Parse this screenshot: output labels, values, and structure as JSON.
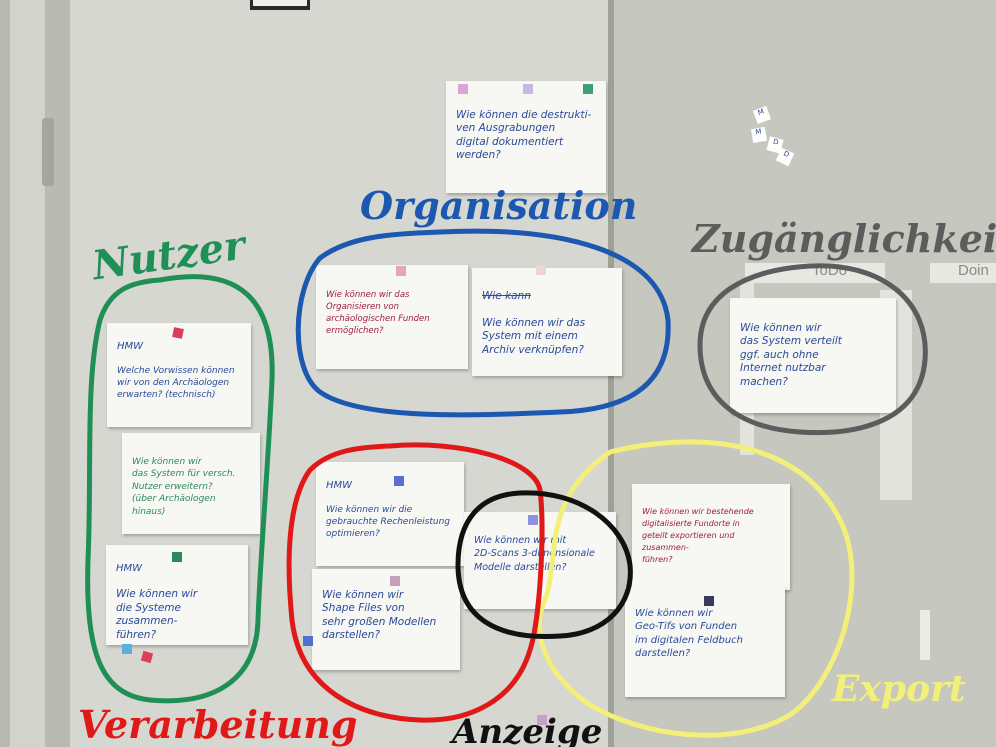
{
  "colors": {
    "green": "#1e8f55",
    "blue": "#1c57b0",
    "gray": "#5c5c5c",
    "red": "#e01818",
    "yellow": "#f3f07a",
    "black": "#111111",
    "ink_blue": "#2a4a9a",
    "ink_green": "#2c8a5a",
    "ink_red": "#a02040"
  },
  "groups": {
    "nutzer": "Nutzer",
    "organisation": "Organisation",
    "zugaenglichkeit": "Zugänglichkeit",
    "verarbeitung": "Verarbeitung",
    "anzeige": "Anzeige",
    "export": "Export"
  },
  "board_tags": {
    "todo": "ToDo",
    "doing": "Doin"
  },
  "notes": {
    "top": "Wie können die destrukti-\nven Ausgrabungen\ndigital dokumentiert\nwerden?",
    "org1": "Wie können wir das\nOrganisieren von\narchäologischen Funden\nermöglichen?",
    "org2_crossed": "Wie kann",
    "org2": "Wie können wir das\nSystem mit einem\nArchiv verknüpfen?",
    "zug1": "Wie können wir\ndas System verteilt\nggf. auch ohne\nInternet nutzbar\nmachen?",
    "nutzer1_tag": "HMW",
    "nutzer1": "Welche Vorwissen können\nwir von den Archäologen\nerwarten? (technisch)",
    "nutzer2": "Wie können wir\ndas System für versch.\nNutzer erweitern?\n(über Archäologen hinaus)",
    "nutzer3_tag": "HMW",
    "nutzer3": "Wie können wir\ndie Systeme zusammen-\nführen?",
    "verarb1_tag": "HMW",
    "verarb1": "Wie können wir die\ngebrauchte Rechenleistung\noptimieren?",
    "verarb2": "Wie können wir\nShape Files von\nsehr großen Modellen\ndarstellen?",
    "anzeige1": "Wie können wir mit\n2D-Scans 3-dimensionale\nModelle darstellen?",
    "export1": "Wie können wir bestehende\ndigitalisierte Fundorte in\ngeteilt exportieren und zusammen-\nführen?",
    "export2": "Wie können wir\nGeo-Tifs von Funden\nim digitalen Feldbuch\ndarstellen?"
  },
  "small_tags": [
    "M",
    "M",
    "D",
    "D"
  ]
}
